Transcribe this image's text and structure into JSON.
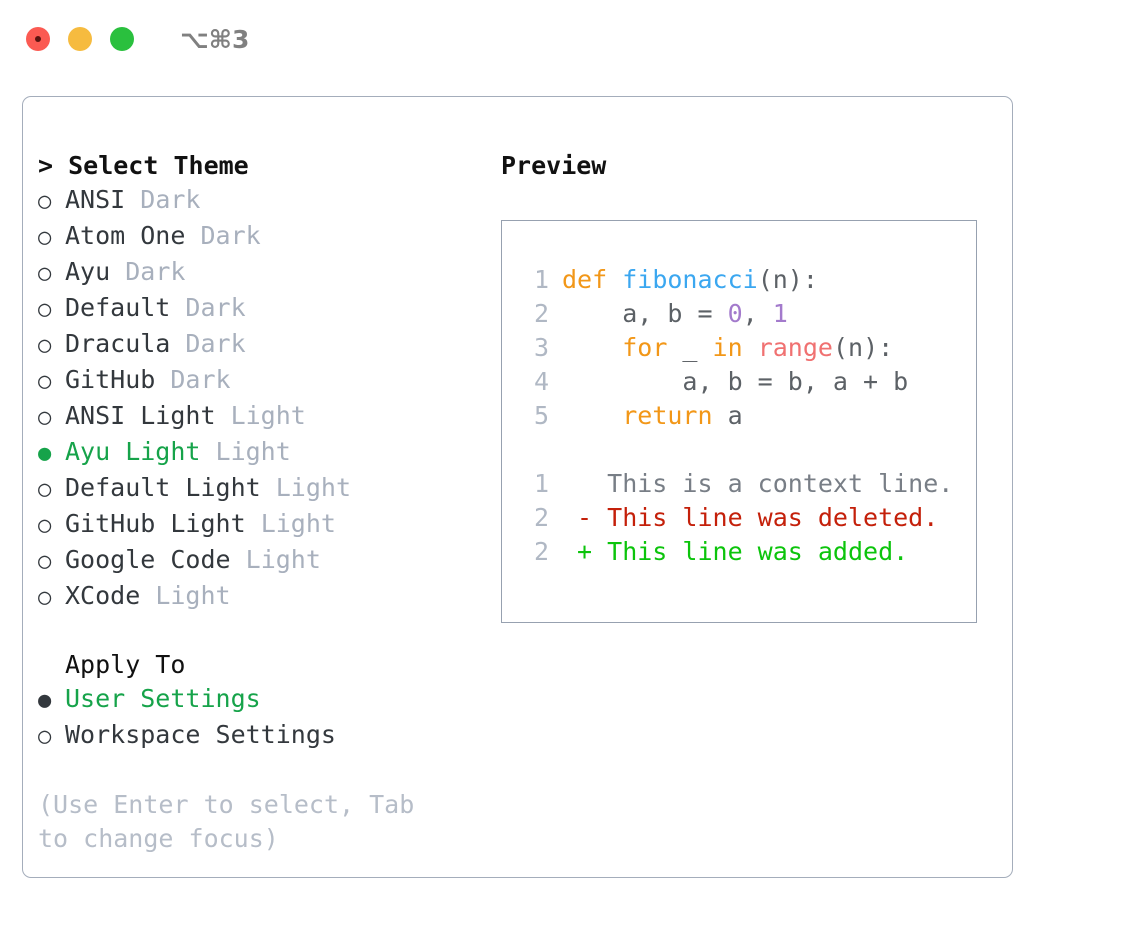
{
  "titlebar": {
    "traffic_lights": [
      "close-light",
      "minimize-light",
      "maximize-light"
    ],
    "shortcut": "⌥⌘3"
  },
  "theme_list": {
    "header": "> Select Theme",
    "items": [
      {
        "name": "ANSI",
        "variant": "Dark",
        "selected": false,
        "bullet": "○"
      },
      {
        "name": "Atom One",
        "variant": "Dark",
        "selected": false,
        "bullet": "○"
      },
      {
        "name": "Ayu",
        "variant": "Dark",
        "selected": false,
        "bullet": "○"
      },
      {
        "name": "Default",
        "variant": "Dark",
        "selected": false,
        "bullet": "○"
      },
      {
        "name": "Dracula",
        "variant": "Dark",
        "selected": false,
        "bullet": "○"
      },
      {
        "name": "GitHub",
        "variant": "Dark",
        "selected": false,
        "bullet": "○"
      },
      {
        "name": "ANSI Light",
        "variant": "Light",
        "selected": false,
        "bullet": "○"
      },
      {
        "name": "Ayu Light",
        "variant": "Light",
        "selected": true,
        "bullet": "●"
      },
      {
        "name": "Default Light",
        "variant": "Light",
        "selected": false,
        "bullet": "○"
      },
      {
        "name": "GitHub Light",
        "variant": "Light",
        "selected": false,
        "bullet": "○"
      },
      {
        "name": "Google Code",
        "variant": "Light",
        "selected": false,
        "bullet": "○"
      },
      {
        "name": "XCode",
        "variant": "Light",
        "selected": false,
        "bullet": "○"
      }
    ]
  },
  "apply_to": {
    "header": "Apply To",
    "options": [
      {
        "label": "User Settings",
        "selected": true,
        "bullet": "●"
      },
      {
        "label": "Workspace Settings",
        "selected": false,
        "bullet": "○"
      }
    ]
  },
  "hint": "(Use Enter to select, Tab to change focus)",
  "preview": {
    "header": "Preview",
    "code_lines": [
      {
        "no": "1",
        "tokens": [
          {
            "t": "def",
            "c": "kw"
          },
          {
            "t": " ",
            "c": "pl"
          },
          {
            "t": "fibonacci",
            "c": "fn"
          },
          {
            "t": "(n):",
            "c": "pl"
          }
        ]
      },
      {
        "no": "2",
        "tokens": [
          {
            "t": "    a, b = ",
            "c": "pl"
          },
          {
            "t": "0",
            "c": "num"
          },
          {
            "t": ", ",
            "c": "pl"
          },
          {
            "t": "1",
            "c": "num"
          }
        ]
      },
      {
        "no": "3",
        "tokens": [
          {
            "t": "    ",
            "c": "pl"
          },
          {
            "t": "for",
            "c": "kw"
          },
          {
            "t": " _ ",
            "c": "pl"
          },
          {
            "t": "in",
            "c": "kw"
          },
          {
            "t": " ",
            "c": "pl"
          },
          {
            "t": "range",
            "c": "bi"
          },
          {
            "t": "(n):",
            "c": "pl"
          }
        ]
      },
      {
        "no": "4",
        "tokens": [
          {
            "t": "        a, b = b, a + b",
            "c": "pl"
          }
        ]
      },
      {
        "no": "5",
        "tokens": [
          {
            "t": "    ",
            "c": "pl"
          },
          {
            "t": "return",
            "c": "kw"
          },
          {
            "t": " a",
            "c": "pl"
          }
        ]
      }
    ],
    "diff_lines": [
      {
        "no": "1",
        "marker": " ",
        "text": "This is a context line.",
        "kind": "ctx"
      },
      {
        "no": "2",
        "marker": "-",
        "text": "This line was deleted.",
        "kind": "del"
      },
      {
        "no": "2",
        "marker": "+",
        "text": "This line was added.",
        "kind": "add"
      }
    ]
  },
  "colors": {
    "selected_green": "#16a34a",
    "keyword_orange": "#f29718",
    "function_blue": "#3ba7f0",
    "number_purple": "#a37acc",
    "builtin_red": "#f07171",
    "diff_deleted": "#c4200a",
    "diff_added": "#0cc40c",
    "muted_gray": "#a8b0bd",
    "border": "#a4adbb"
  }
}
